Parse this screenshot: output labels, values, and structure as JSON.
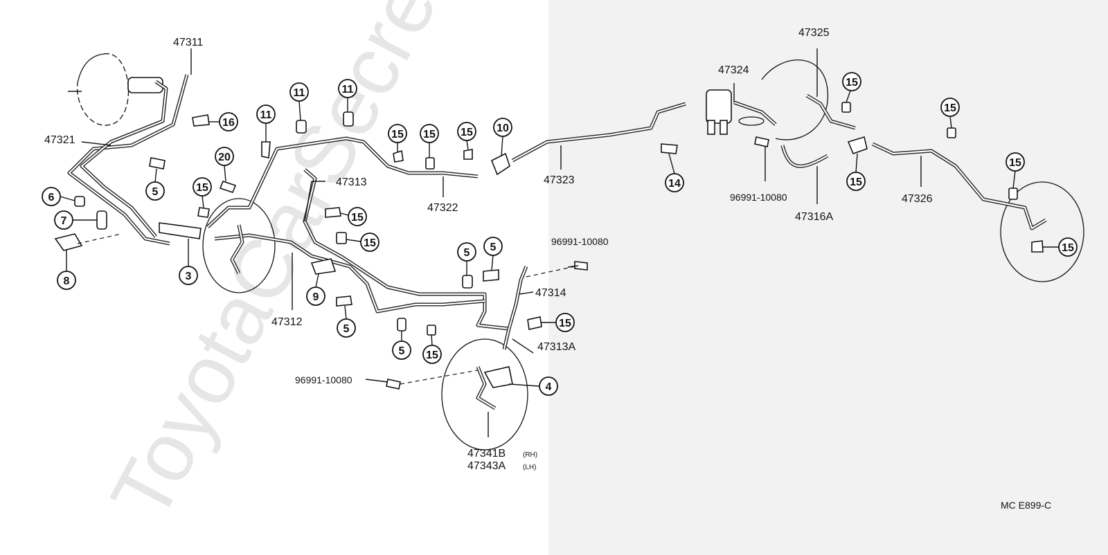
{
  "watermark": "ToyotaCarSecrets.ru",
  "diagram_code": "MC  E899-C",
  "part_numbers": {
    "p47311": "47311",
    "p47321": "47321",
    "p47313": "47313",
    "p47322": "47322",
    "p47323": "47323",
    "p47324": "47324",
    "p47325": "47325",
    "p47326": "47326",
    "p47316A": "47316A",
    "p47312": "47312",
    "p47314": "47314",
    "p47313A": "47313A",
    "clip_right": "96991-10080",
    "clip_center": "96991-10080",
    "clip_left": "96991-10080",
    "p47341B": "47341B",
    "p47341B_side": "(RH)",
    "p47343A": "47343A",
    "p47343A_side": "(LH)"
  },
  "callouts": {
    "c16": "16",
    "c6": "6",
    "c7": "7",
    "c8": "8",
    "c3": "3",
    "c5a": "5",
    "c20": "20",
    "c15a": "15",
    "c11a": "11",
    "c11b": "11",
    "c11c": "11",
    "c15b": "15",
    "c15c": "15",
    "c15d": "15",
    "c10": "10",
    "c15e": "15",
    "c15f": "15",
    "c9": "9",
    "c5b": "5",
    "c5c": "5",
    "c5d": "5",
    "c5e": "5",
    "c15g": "15",
    "c15h": "15",
    "c4": "4",
    "c14": "14",
    "c15i": "15",
    "c15j": "15",
    "c15k": "15",
    "c15l": "15",
    "c15m": "15"
  }
}
